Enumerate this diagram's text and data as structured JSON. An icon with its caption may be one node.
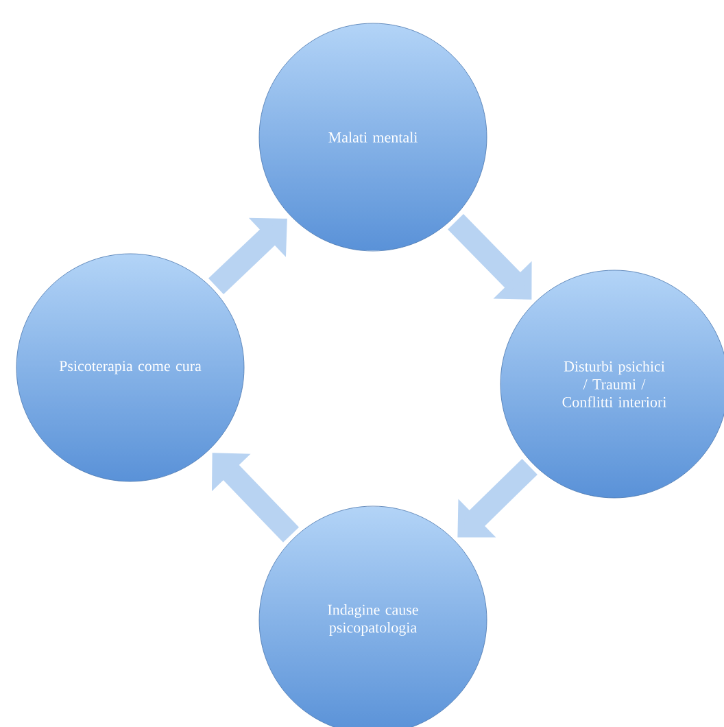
{
  "diagram": {
    "nodes": [
      {
        "text": [
          "Malati mentali"
        ]
      },
      {
        "text": [
          "Disturbi psichici / Traumi / Conflitti interiori"
        ]
      },
      {
        "text": [
          "Indagine cause psicopatologia"
        ]
      },
      {
        "text": [
          "Psicoterapia come cura"
        ]
      }
    ],
    "edges": [
      {
        "from": 0,
        "to": 1,
        "arrow": "to"
      },
      {
        "from": 1,
        "to": 2,
        "arrow": "to"
      },
      {
        "from": 2,
        "to": 3,
        "arrow": "to"
      },
      {
        "from": 3,
        "to": 0,
        "arrow": "to"
      }
    ]
  }
}
